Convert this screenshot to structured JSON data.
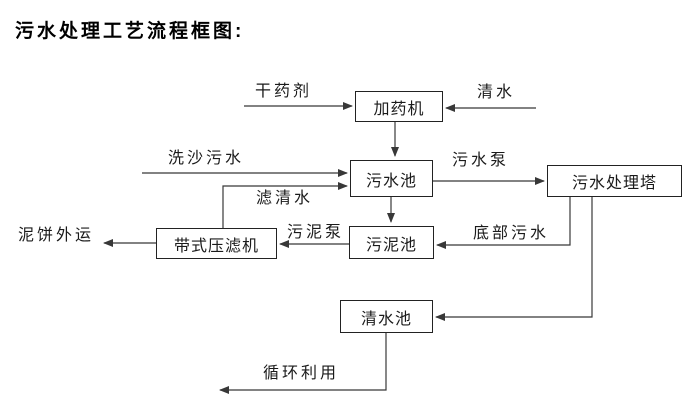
{
  "page": {
    "title": "污水处理工艺流程框图:"
  },
  "diagram": {
    "type": "flowchart",
    "nodes": {
      "dosing_machine": "加药机",
      "sewage_pool": "污水池",
      "treatment_tower": "污水处理塔",
      "sludge_pool": "污泥池",
      "belt_filter_press": "带式压滤机",
      "clean_water_pool": "清水池"
    },
    "labels": {
      "dry_agent": "干药剂",
      "clean_water": "清水",
      "sand_wash_sewage": "洗沙污水",
      "filtered_water": "滤清水",
      "sewage_pump": "污水泵",
      "bottom_sewage": "底部污水",
      "sludge_pump": "污泥泵",
      "mud_cake_out": "泥饼外运",
      "recycle_use": "循环利用"
    },
    "flows": [
      {
        "from": "干药剂",
        "to": "加药机"
      },
      {
        "from": "清水",
        "to": "加药机"
      },
      {
        "from": "加药机",
        "to": "污水池"
      },
      {
        "from": "洗沙污水",
        "to": "污水池"
      },
      {
        "from": "带式压滤机",
        "to": "污水池",
        "label": "滤清水"
      },
      {
        "from": "污水池",
        "to": "污水处理塔",
        "label": "污水泵"
      },
      {
        "from": "污水池",
        "to": "污泥池"
      },
      {
        "from": "污水处理塔",
        "to": "污泥池",
        "label": "底部污水"
      },
      {
        "from": "污泥池",
        "to": "带式压滤机",
        "label": "污泥泵"
      },
      {
        "from": "带式压滤机",
        "to": "泥饼外运"
      },
      {
        "from": "污水处理塔",
        "to": "清水池"
      },
      {
        "from": "清水池",
        "to": "循环利用"
      }
    ],
    "colors": {
      "background": "#ffffff",
      "line": "#383838",
      "box_border": "#222222",
      "text": "#1a1a1a"
    }
  }
}
